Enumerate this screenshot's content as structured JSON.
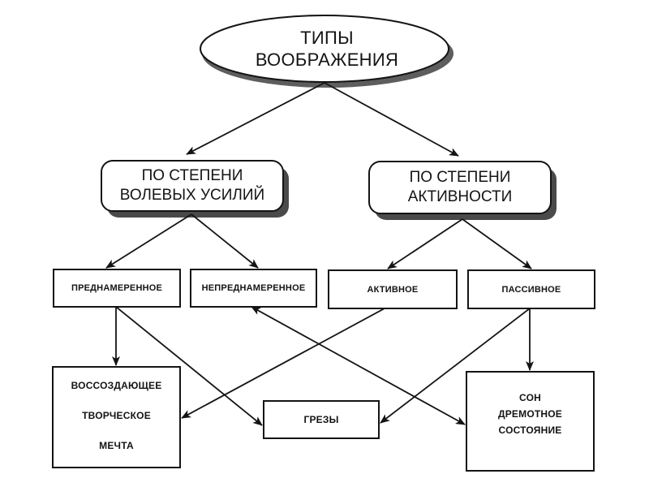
{
  "diagram": {
    "root": {
      "id": "root",
      "lines": [
        "ТИПЫ",
        "ВООБРАЖЕНИЯ"
      ]
    },
    "categories": [
      {
        "id": "volitional",
        "lines": [
          "ПО СТЕПЕНИ",
          "ВОЛЕВЫХ УСИЛИЙ"
        ]
      },
      {
        "id": "activity",
        "lines": [
          "ПО СТЕПЕНИ",
          "АКТИВНОСТИ"
        ]
      }
    ],
    "types": [
      {
        "id": "intentional",
        "label": "ПРЕДНАМЕРЕННОЕ"
      },
      {
        "id": "unintentional",
        "label": "НЕПРЕДНАМЕРЕННОЕ"
      },
      {
        "id": "active",
        "label": "АКТИВНОЕ"
      },
      {
        "id": "passive",
        "label": "ПАССИВНОЕ"
      }
    ],
    "results": [
      {
        "id": "recreative",
        "lines": [
          "ВОССОЗДАЮЩЕЕ",
          "ТВОРЧЕСКОЕ",
          "МЕЧТА"
        ]
      },
      {
        "id": "daydreams",
        "lines": [
          "ГРЕЗЫ"
        ]
      },
      {
        "id": "sleep",
        "lines": [
          "СОН",
          "ДРЕМОТНОЕ",
          "СОСТОЯНИЕ"
        ]
      }
    ],
    "edges": [
      {
        "from": "root",
        "to": "volitional"
      },
      {
        "from": "root",
        "to": "activity"
      },
      {
        "from": "volitional",
        "to": "intentional"
      },
      {
        "from": "volitional",
        "to": "unintentional"
      },
      {
        "from": "activity",
        "to": "active"
      },
      {
        "from": "activity",
        "to": "passive"
      },
      {
        "from": "intentional",
        "to": "recreative"
      },
      {
        "from": "intentional",
        "to": "daydreams"
      },
      {
        "from": "active",
        "to": "recreative"
      },
      {
        "from": "passive",
        "to": "sleep"
      },
      {
        "from": "passive",
        "to": "daydreams"
      },
      {
        "from": "unintentional",
        "to": "sleep",
        "bidirectional": true
      }
    ],
    "colors": {
      "ink": "#141414",
      "shadow": "#555555",
      "background": "#ffffff"
    }
  }
}
